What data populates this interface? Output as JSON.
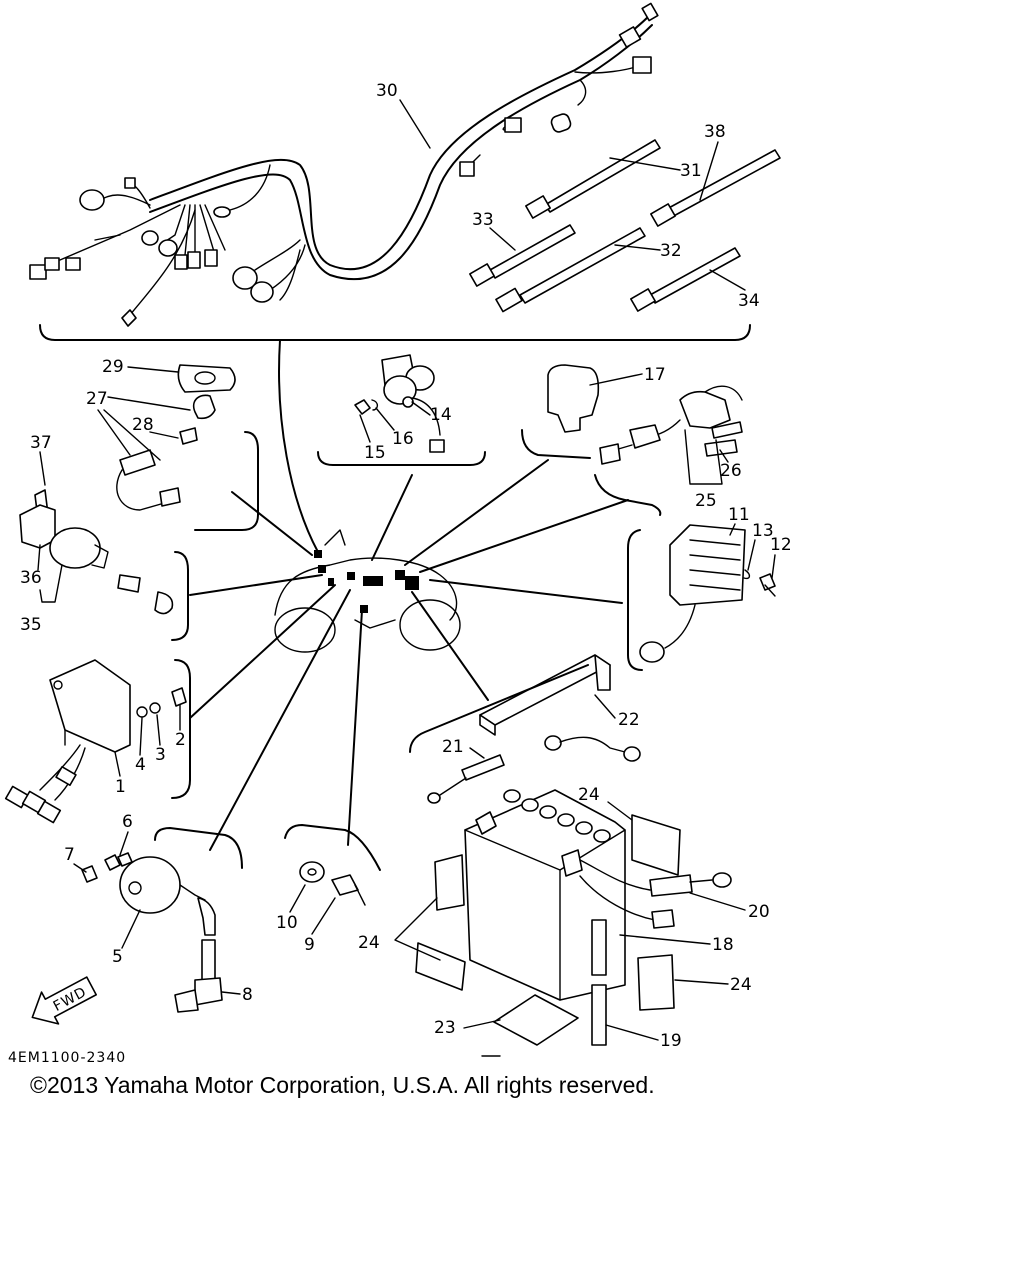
{
  "diagram": {
    "code": "4EM1100-2340",
    "fwd_label": "FWD",
    "callouts": {
      "c1": "1",
      "c2": "2",
      "c3": "3",
      "c4": "4",
      "c5": "5",
      "c6": "6",
      "c7": "7",
      "c8": "8",
      "c9": "9",
      "c10": "10",
      "c11": "11",
      "c12": "12",
      "c13": "13",
      "c14": "14",
      "c15": "15",
      "c16": "16",
      "c17": "17",
      "c18": "18",
      "c19": "19",
      "c20": "20",
      "c21": "21",
      "c22": "22",
      "c23": "23",
      "c24": "24",
      "c25": "25",
      "c26": "26",
      "c27": "27",
      "c28": "28",
      "c29": "29",
      "c30": "30",
      "c31": "31",
      "c32": "32",
      "c33": "33",
      "c34": "34",
      "c35": "35",
      "c36": "36",
      "c37": "37",
      "c38": "38"
    }
  },
  "footer": {
    "copyright": "©2013 Yamaha Motor Corporation, U.S.A. All rights reserved."
  }
}
